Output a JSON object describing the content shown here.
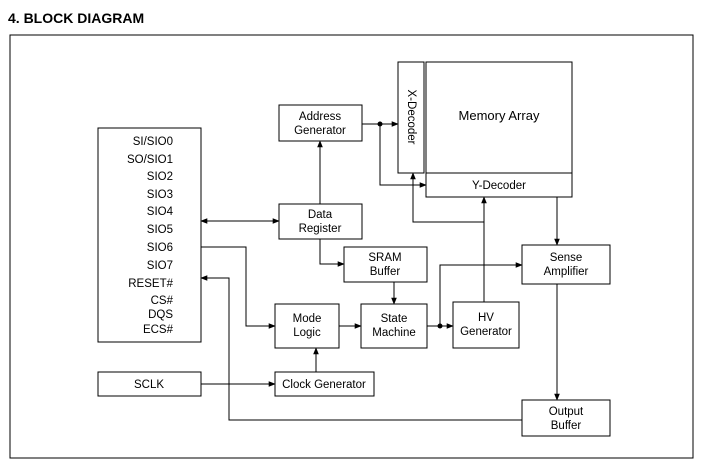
{
  "heading": "4. BLOCK DIAGRAM",
  "pins": [
    "SI/SIO0",
    "SO/SIO1",
    "SIO2",
    "SIO3",
    "SIO4",
    "SIO5",
    "SIO6",
    "SIO7",
    "RESET#",
    "CS#",
    "DQS",
    "ECS#"
  ],
  "blocks": {
    "address_generator": [
      "Address",
      "Generator"
    ],
    "data_register": [
      "Data",
      "Register"
    ],
    "sram_buffer": [
      "SRAM",
      "Buffer"
    ],
    "mode_logic": [
      "Mode",
      "Logic"
    ],
    "state_machine": [
      "State",
      "Machine"
    ],
    "hv_generator": [
      "HV",
      "Generator"
    ],
    "clock_generator": "Clock Generator",
    "sclk": "SCLK",
    "memory_array": "Memory Array",
    "x_decoder": "X-Decoder",
    "y_decoder": "Y-Decoder",
    "sense_amplifier": [
      "Sense",
      "Amplifier"
    ],
    "output_buffer": [
      "Output",
      "Buffer"
    ]
  }
}
